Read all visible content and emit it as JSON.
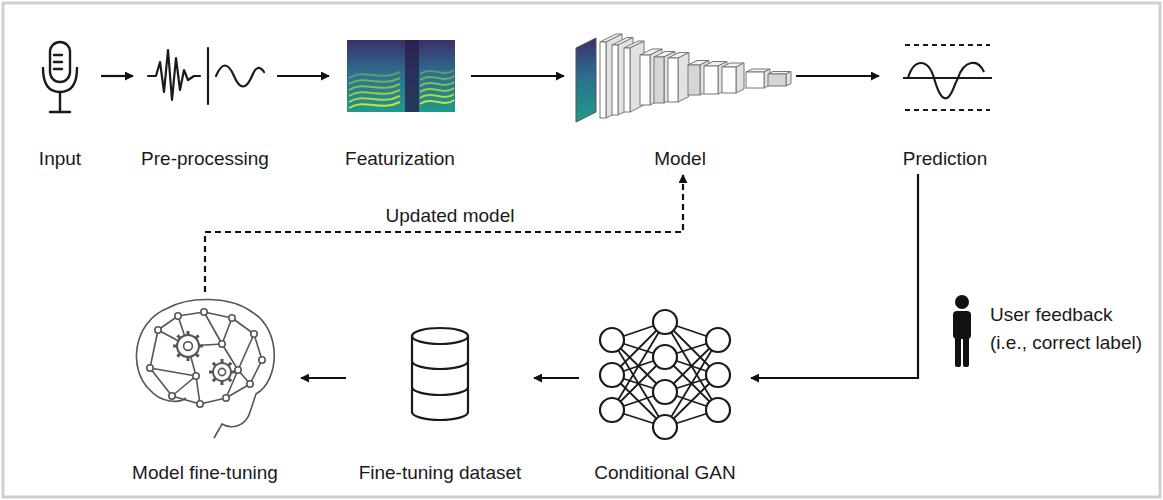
{
  "diagram": {
    "nodes": [
      {
        "text": [
          "Input"
        ]
      },
      {
        "text": [
          "Pre-processing"
        ]
      },
      {
        "text": [
          "Featurization"
        ]
      },
      {
        "text": [
          "Model"
        ]
      },
      {
        "text": [
          "Prediction"
        ]
      },
      {
        "text": [
          "Conditional GAN"
        ]
      },
      {
        "text": [
          "Fine-tuning dataset"
        ]
      },
      {
        "text": [
          "Model fine-tuning"
        ]
      }
    ],
    "edges": [
      {
        "from": 0,
        "to": 1,
        "arrow": "to"
      },
      {
        "from": 1,
        "to": 2,
        "arrow": "to"
      },
      {
        "from": 2,
        "to": 3,
        "arrow": "to"
      },
      {
        "from": 3,
        "to": 4,
        "arrow": "to"
      },
      {
        "from": 4,
        "to": 5,
        "arrow": "to"
      },
      {
        "from": 5,
        "to": 6,
        "arrow": "to"
      },
      {
        "from": 6,
        "to": 7,
        "arrow": "to"
      },
      {
        "from": 7,
        "to": 3,
        "label": "Updated model",
        "arrow": "to"
      }
    ],
    "labels": [
      "User feedback",
      "(i.e., correct label)"
    ]
  }
}
